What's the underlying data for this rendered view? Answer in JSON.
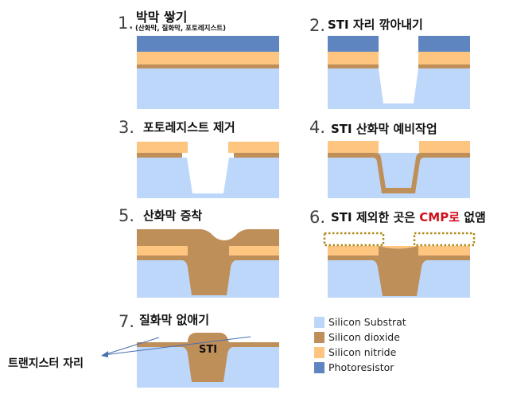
{
  "colors": {
    "substrate": "#bdd7fb",
    "oxide": "#bf8f5a",
    "nitride": "#fdc57f",
    "photoresist": "#5e85c0",
    "cmp_highlight": "#d0101a",
    "dotted_box": "#b08a1a",
    "arrow": "#4a6fb0"
  },
  "steps": [
    {
      "number": "1.",
      "title": "박막 쌓기",
      "subtitle": "(산화막, 질화막, 포토레지스트)"
    },
    {
      "number": "2.",
      "title": "STI 자리 깎아내기"
    },
    {
      "number": "3.",
      "title": "포토레지스트 제거"
    },
    {
      "number": "4.",
      "title": "STI 산화막 예비작업"
    },
    {
      "number": "5.",
      "title": "산화막 증착"
    },
    {
      "number": "6.",
      "title_prefix": "STI 제외한 곳은 ",
      "title_highlight": "CMP로",
      "title_suffix": " 없앰"
    },
    {
      "number": "7.",
      "title": "질화막 없애기"
    }
  ],
  "annotations": {
    "sti_label": "STI",
    "transistor_site": "트랜지스터 자리"
  },
  "legend": [
    {
      "label": "Silicon Substrat",
      "color_key": "substrate"
    },
    {
      "label": "Silicon dioxide",
      "color_key": "oxide"
    },
    {
      "label": "Silicon nitride",
      "color_key": "nitride"
    },
    {
      "label": "Photoresistor",
      "color_key": "photoresist"
    }
  ]
}
